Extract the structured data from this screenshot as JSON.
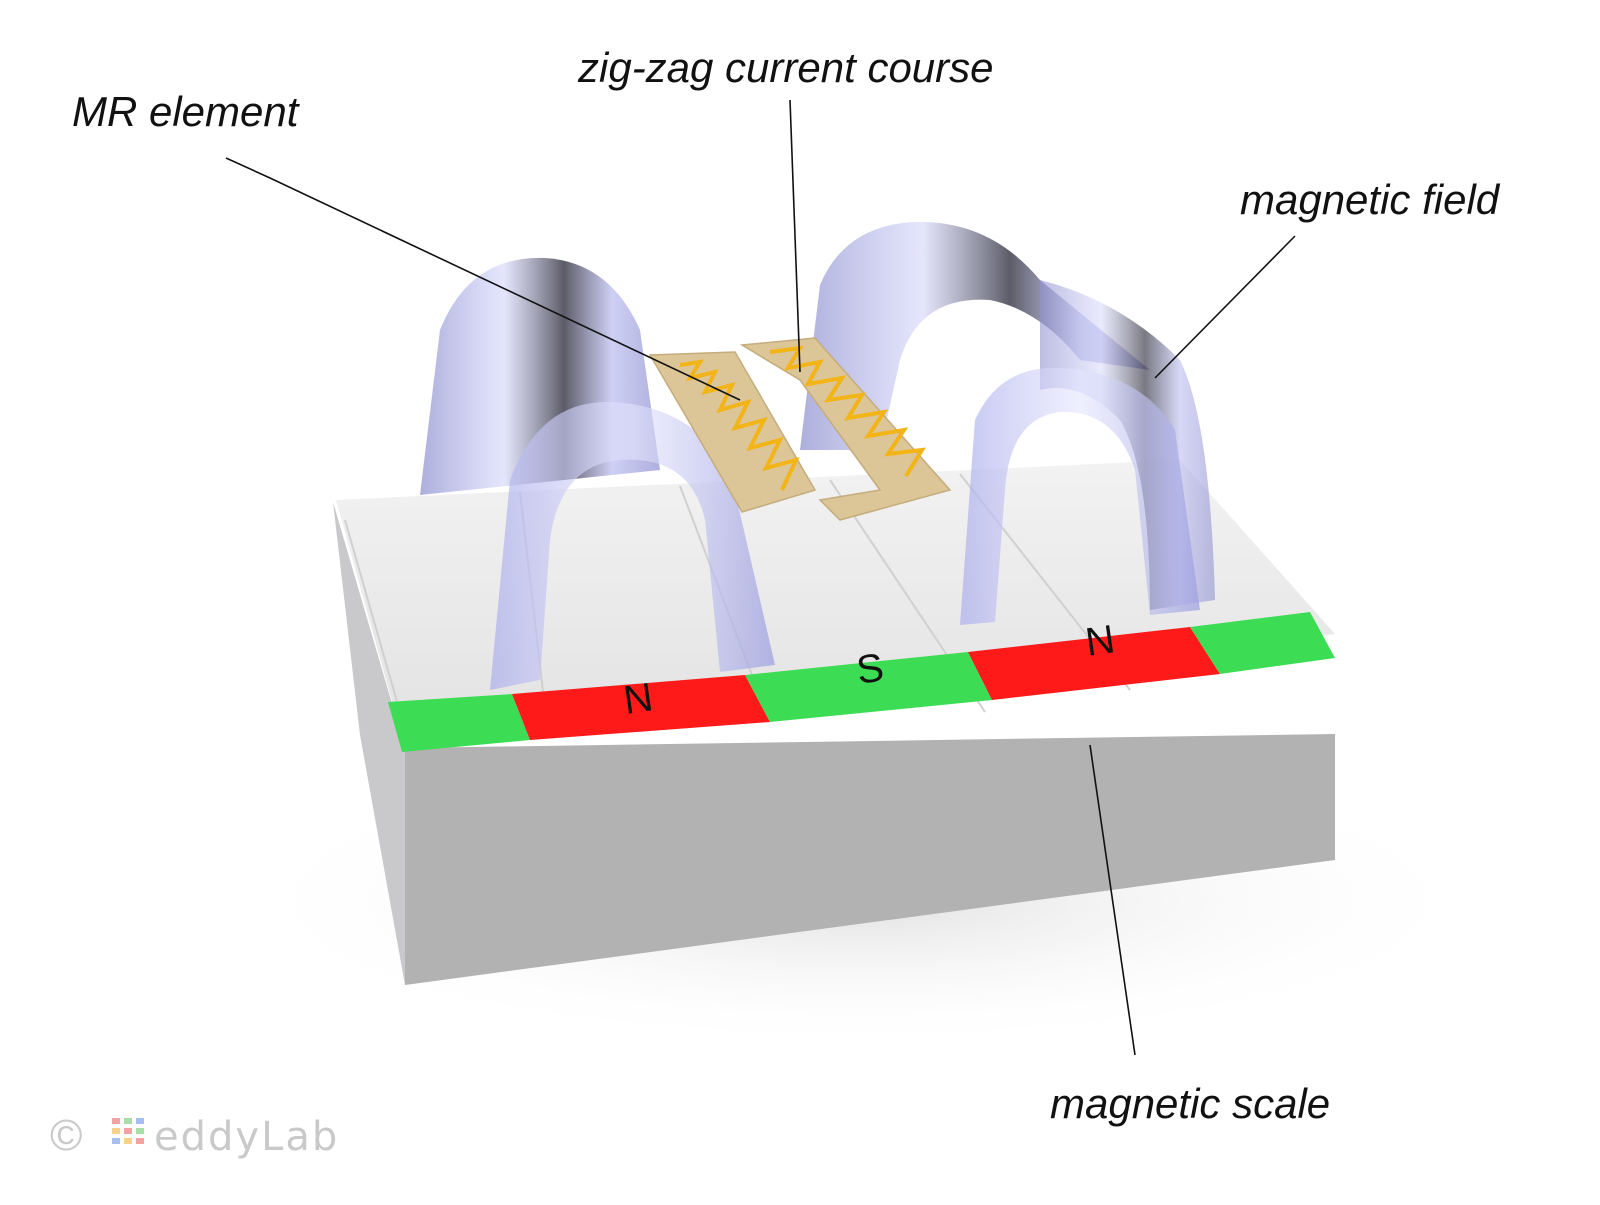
{
  "labels": {
    "mr_element": "MR element",
    "zigzag": "zig-zag current course",
    "magnetic_field": "magnetic field",
    "magnetic_scale": "magnetic scale"
  },
  "poles": {
    "n_front": "N",
    "s_middle": "S",
    "n_right": "N"
  },
  "copyright": {
    "symbol": "©",
    "brand": "eddyLab"
  },
  "colors": {
    "north_pole": "#ff1a1a",
    "south_pole": "#3ddc55",
    "scale_top": "#eeeeee",
    "scale_side": "#b2b2b2",
    "field_tube": "#b7b9ef",
    "mr_substrate": "#dcc596",
    "zigzag_trace": "#f2b416"
  }
}
